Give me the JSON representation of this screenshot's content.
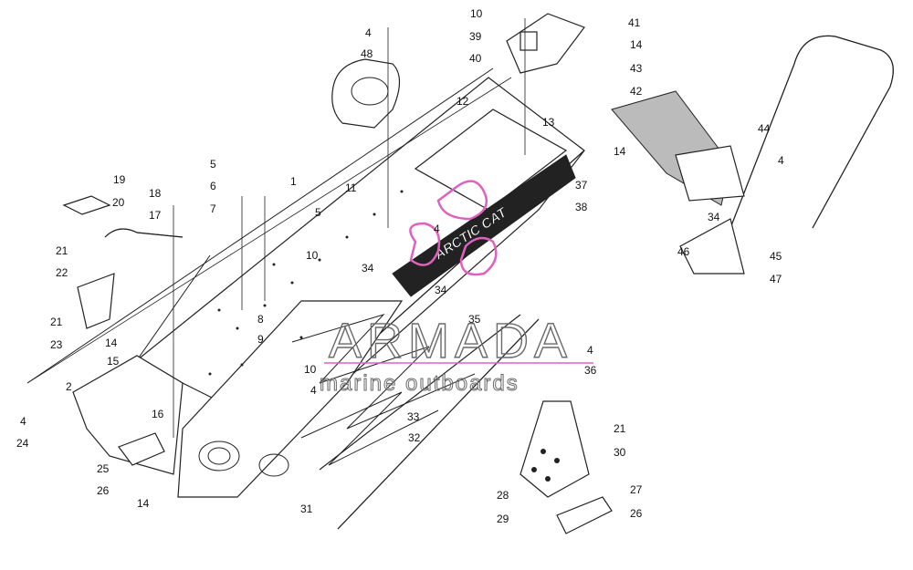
{
  "diagram": {
    "callouts": [
      "1",
      "2",
      "4",
      "5",
      "6",
      "7",
      "8",
      "9",
      "10",
      "11",
      "12",
      "13",
      "14",
      "15",
      "16",
      "17",
      "18",
      "19",
      "20",
      "21",
      "22",
      "23",
      "24",
      "25",
      "26",
      "27",
      "28",
      "29",
      "30",
      "31",
      "32",
      "33",
      "34",
      "35",
      "36",
      "37",
      "38",
      "39",
      "40",
      "41",
      "42",
      "43",
      "44",
      "45",
      "46",
      "47",
      "48"
    ],
    "decal_text": "ARCTIC CAT"
  },
  "watermark": {
    "brand": "ARMADA",
    "tagline": "marine outboards",
    "color": "#e060c0"
  }
}
